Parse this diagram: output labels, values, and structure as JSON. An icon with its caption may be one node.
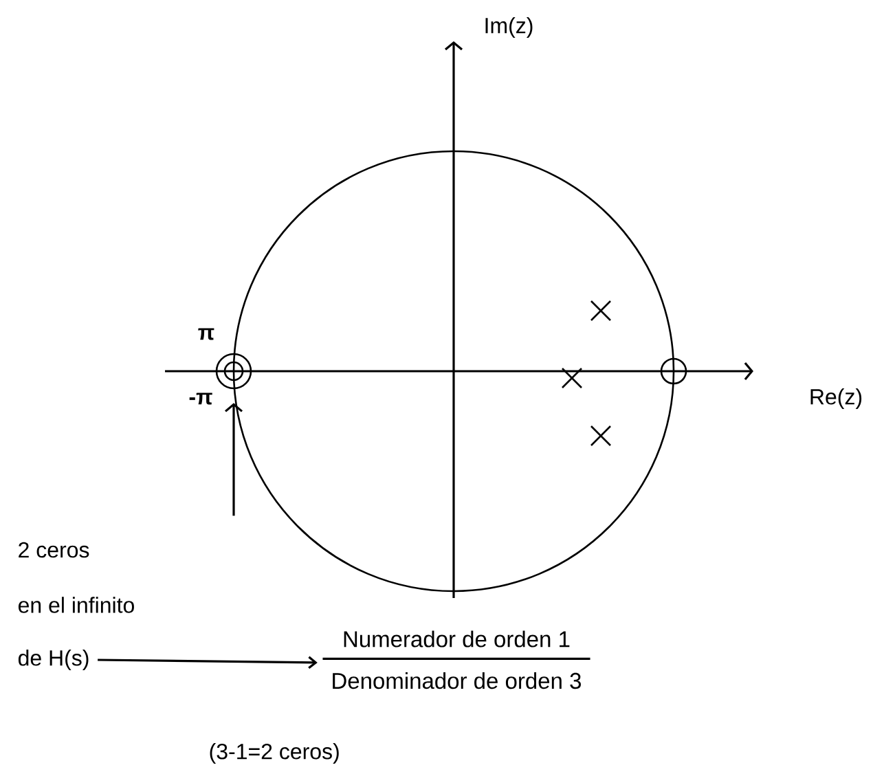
{
  "diagram": {
    "nodes": [
      {
        "text": [
          "2 ceros"
        ]
      },
      {
        "text": [
          "en el infinito"
        ]
      },
      {
        "text": [
          "de H(s)"
        ]
      },
      {
        "text": [],
        "shape": "circle"
      },
      {
        "text": [
          "Numerador de orden 1",
          "Denominador de orden 3"
        ]
      }
    ],
    "edges": [
      {
        "from": null,
        "to": 3,
        "arrow": "to"
      },
      {
        "from": 2,
        "to": 4,
        "arrow": "to"
      }
    ],
    "labels": [
      "Im(z)",
      "Re(z)",
      "π",
      "-π",
      "(3-1=2 ceros)"
    ]
  }
}
